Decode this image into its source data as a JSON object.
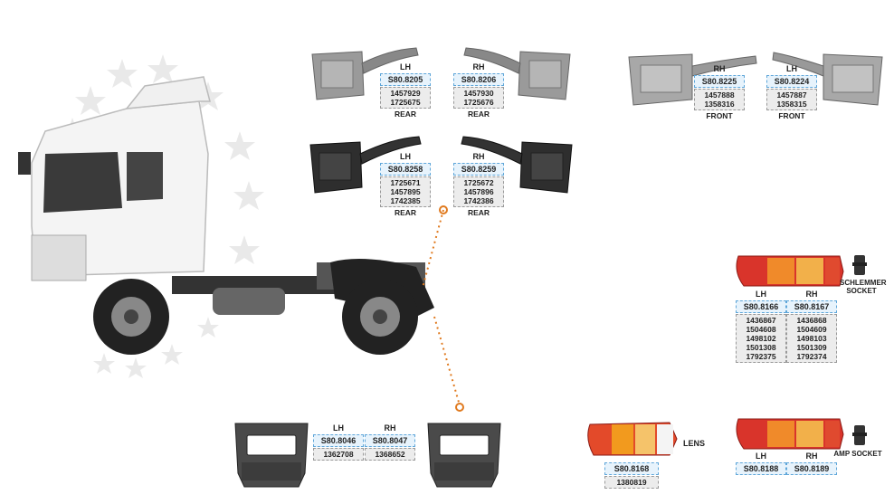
{
  "page_title": "",
  "colors": {
    "code_border": "#5ea6d9",
    "code_fill": "#e7f3fc",
    "oem_fill": "#ececec",
    "pointer": "#e07a1f",
    "lamp_red": "#d9342b",
    "lamp_orange": "#f29a1e"
  },
  "rear_upper": {
    "lh": {
      "side": "LH",
      "code": "S80.8205",
      "oem": [
        "1457929",
        "1725675"
      ],
      "position": "REAR"
    },
    "rh": {
      "side": "RH",
      "code": "S80.8206",
      "oem": [
        "1457930",
        "1725676"
      ],
      "position": "REAR"
    }
  },
  "rear_lower": {
    "lh": {
      "side": "LH",
      "code": "S80.8258",
      "oem": [
        "1725671",
        "1457895",
        "1742385"
      ],
      "position": "REAR"
    },
    "rh": {
      "side": "RH",
      "code": "S80.8259",
      "oem": [
        "1725672",
        "1457896",
        "1742386"
      ],
      "position": "REAR"
    }
  },
  "front": {
    "rh": {
      "side": "RH",
      "code": "S80.8225",
      "oem": [
        "1457888",
        "1358316"
      ],
      "position": "FRONT"
    },
    "lh": {
      "side": "LH",
      "code": "S80.8224",
      "oem": [
        "1457887",
        "1358315"
      ],
      "position": "FRONT"
    }
  },
  "lamp_schlemmer": {
    "lh": {
      "side": "LH",
      "code": "S80.8166",
      "oem": [
        "1436867",
        "1504608",
        "1498102",
        "1501308",
        "1792375"
      ]
    },
    "rh": {
      "side": "RH",
      "code": "S80.8167",
      "oem": [
        "1436868",
        "1504609",
        "1498103",
        "1501309",
        "1792374"
      ]
    },
    "socket_label": "SCHLEMMER SOCKET"
  },
  "lamp_holder": {
    "lh": {
      "side": "LH",
      "code": "S80.8046",
      "oem": [
        "1362708"
      ]
    },
    "rh": {
      "side": "RH",
      "code": "S80.8047",
      "oem": [
        "1368652"
      ]
    }
  },
  "lens": {
    "label": "LENS",
    "code": "S80.8168",
    "oem": [
      "1380819"
    ]
  },
  "lamp_amp": {
    "lh": {
      "side": "LH",
      "code": "S80.8188"
    },
    "rh": {
      "side": "RH",
      "code": "S80.8189"
    },
    "socket_label": "AMP SOCKET"
  }
}
